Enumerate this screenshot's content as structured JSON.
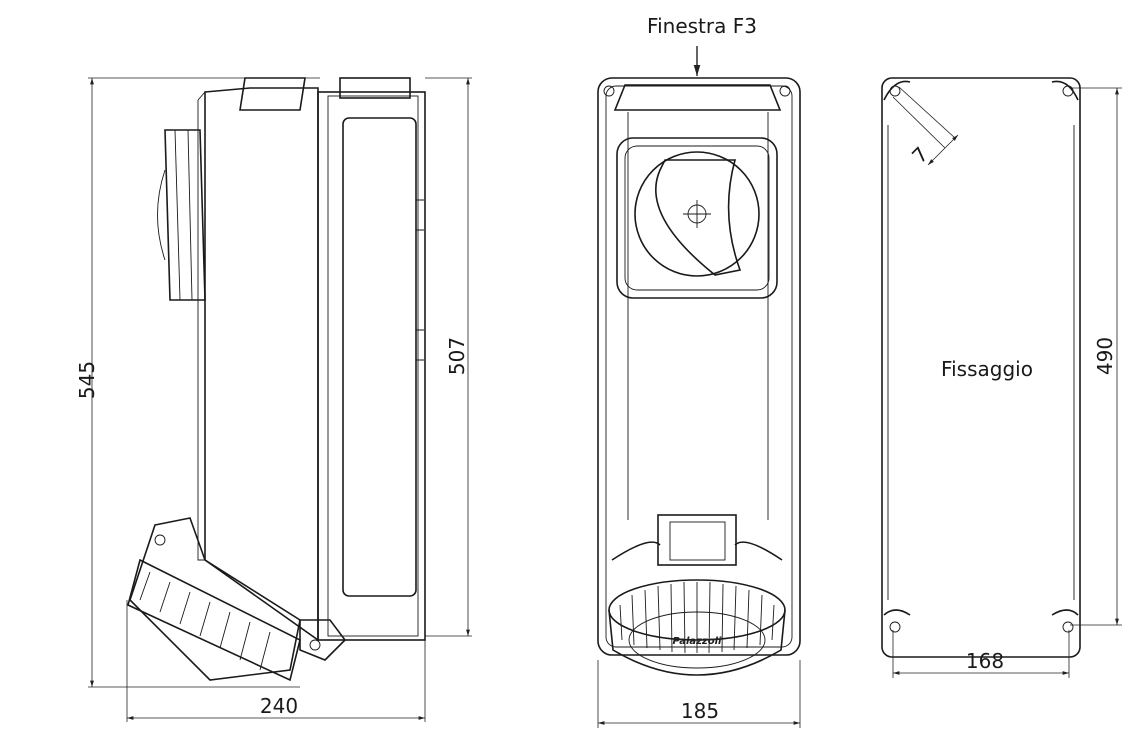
{
  "title": "Finestra F3",
  "label_fixing": "Fissaggio",
  "logo_text": "Palazzoli",
  "dimensions": {
    "side_height": "545",
    "side_panel_height": "507",
    "side_depth": "240",
    "front_width": "185",
    "fixing_height": "490",
    "fixing_width": "168",
    "hole_diameter": "7"
  }
}
